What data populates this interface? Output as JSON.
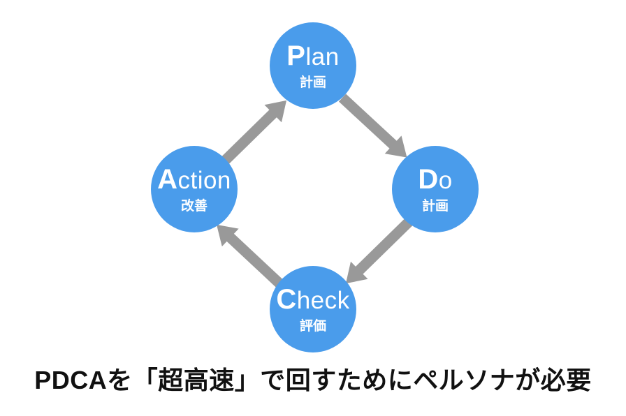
{
  "diagram": {
    "title": "PDCA cycle",
    "node_color": "#4a9ceb",
    "arrow_color": "#999999",
    "node_text_color": "#ffffff",
    "nodes": [
      {
        "id": "plan",
        "initial": "P",
        "rest": "lan",
        "sub": "計画"
      },
      {
        "id": "do",
        "initial": "D",
        "rest": "o",
        "sub": "計画"
      },
      {
        "id": "check",
        "initial": "C",
        "rest": "heck",
        "sub": "評価"
      },
      {
        "id": "action",
        "initial": "A",
        "rest": "ction",
        "sub": "改善"
      }
    ],
    "flow": [
      "plan → do",
      "do → check",
      "check → action",
      "action → plan"
    ]
  },
  "caption": "PDCAを「超高速」で回すためにペルソナが必要"
}
